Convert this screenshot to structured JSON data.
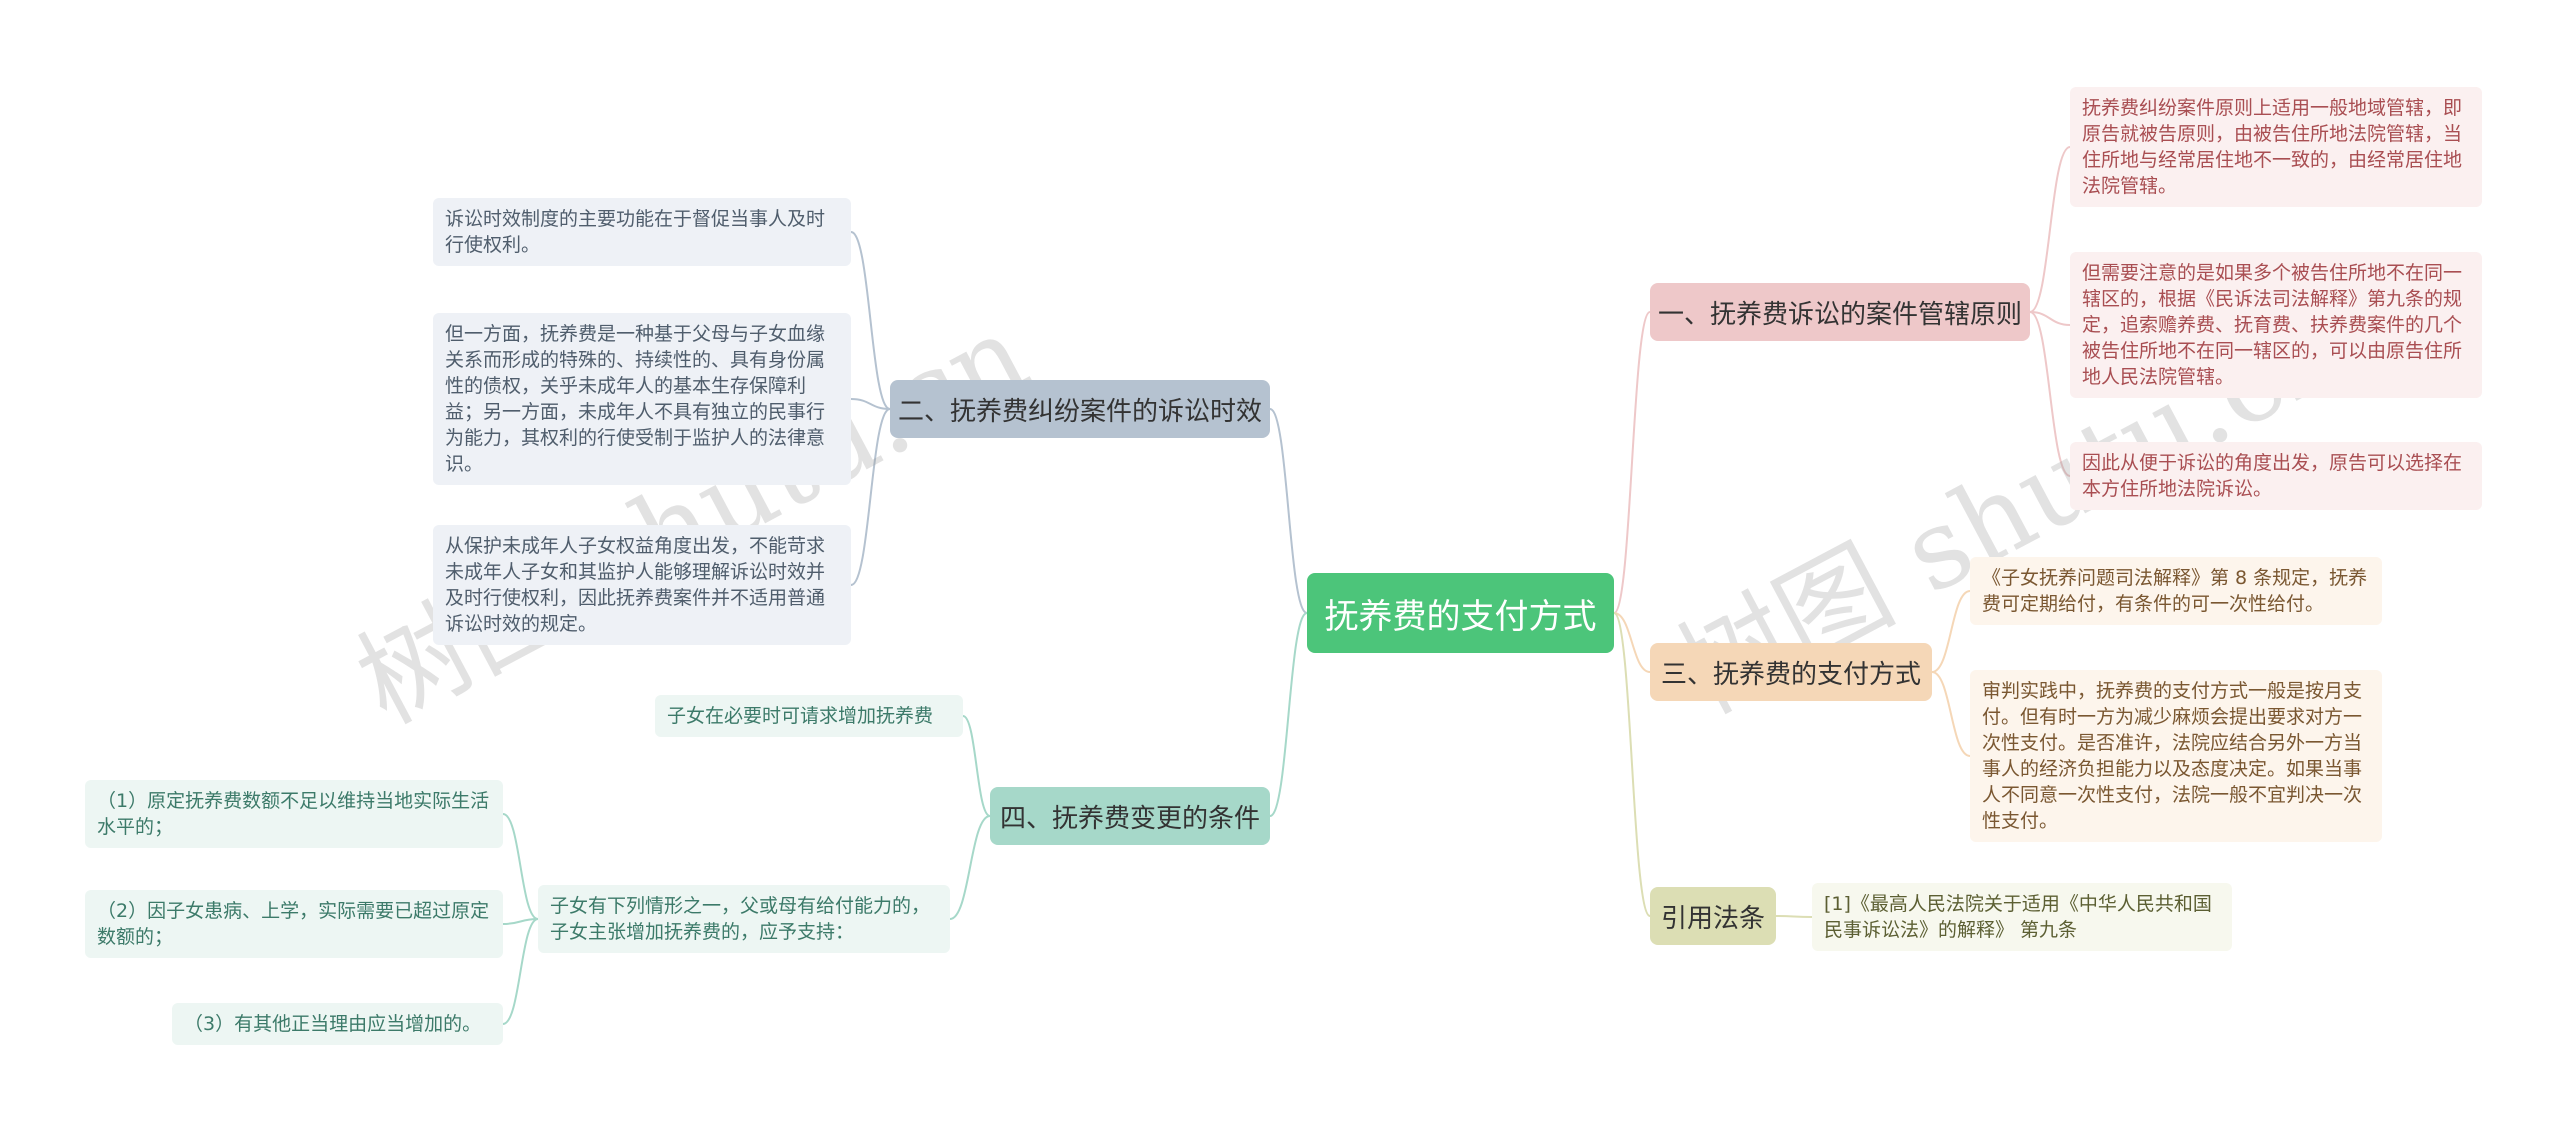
{
  "root": {
    "label": "抚养费的支付方式"
  },
  "branches": {
    "b1": {
      "label": "一、抚养费诉讼的案件管辖原则",
      "color": "#eec8c9"
    },
    "b2": {
      "label": "二、抚养费纠纷案件的诉讼时效",
      "color": "#b5c2d0"
    },
    "b3": {
      "label": "三、抚养费的支付方式",
      "color": "#f5d7b7"
    },
    "b4": {
      "label": "四、抚养费变更的条件",
      "color": "#a6d8c9"
    },
    "b5": {
      "label": "引用法条",
      "color": "#dcdeb4"
    }
  },
  "leaves": {
    "b1": [
      "抚养费纠纷案件原则上适用一般地域管辖，即原告就被告原则，由被告住所地法院管辖，当住所地与经常居住地不一致的，由经常居住地法院管辖。",
      "但需要注意的是如果多个被告住所地不在同一辖区的，根据《民诉法司法解释》第九条的规定，追索赡养费、抚育费、扶养费案件的几个被告住所地不在同一辖区的，可以由原告住所地人民法院管辖。",
      "因此从便于诉讼的角度出发，原告可以选择在本方住所地法院诉讼。"
    ],
    "b2": [
      "诉讼时效制度的主要功能在于督促当事人及时行使权利。",
      "但一方面，抚养费是一种基于父母与子女血缘关系而形成的特殊的、持续性的、具有身份属性的债权，关乎未成年人的基本生存保障利益；另一方面，未成年人不具有独立的民事行为能力，其权利的行使受制于监护人的法律意识。",
      "从保护未成年人子女权益角度出发，不能苛求未成年人子女和其监护人能够理解诉讼时效并及时行使权利，因此抚养费案件并不适用普通诉讼时效的规定。"
    ],
    "b3": [
      "《子女抚养问题司法解释》第 8 条规定，抚养费可定期给付，有条件的可一次性给付。",
      "审判实践中，抚养费的支付方式一般是按月支付。但有时一方为减少麻烦会提出要求对方一次性支付。是否准许，法院应结合另外一方当事人的经济负担能力以及态度决定。如果当事人不同意一次性支付，法院一般不宜判决一次性支付。"
    ],
    "b4": [
      "子女在必要时可请求增加抚养费",
      "子女有下列情形之一，父或母有给付能力的，子女主张增加抚养费的，应予支持："
    ],
    "b4_sub": [
      "（1）原定抚养费数额不足以维持当地实际生活水平的；",
      "（2）因子女患病、上学，实际需要已超过原定数额的；",
      "（3）有其他正当理由应当增加的。"
    ],
    "b5": [
      "[1]《最高人民法院关于适用《中华人民共和国民事诉讼法》的解释》 第九条"
    ]
  },
  "watermark": {
    "text1": "树图 shutu.cn",
    "text2": "树图 shutu.cn"
  }
}
